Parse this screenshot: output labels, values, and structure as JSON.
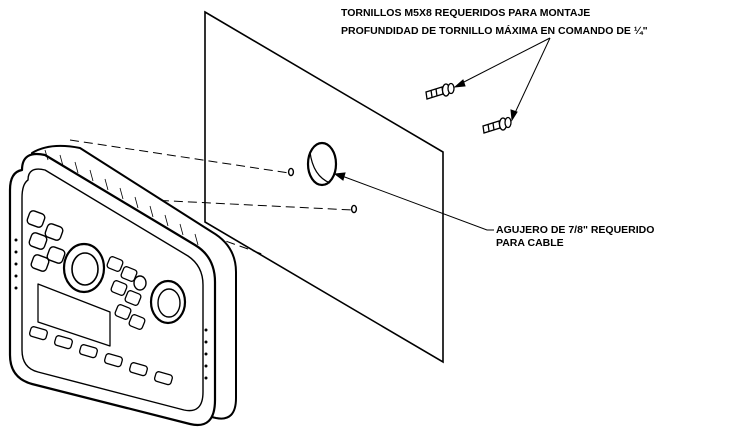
{
  "annotations": {
    "screws_line1": "TORNILLOS M5X8 REQUERIDOS PARA MONTAJE",
    "screws_line2": "PROFUNDIDAD DE TORNILLO MÁXIMA EN COMANDO DE ¼\"",
    "hole_line1": "AGUJERO DE 7/8\" REQUERIDO",
    "hole_line2": "PARA CABLE"
  }
}
